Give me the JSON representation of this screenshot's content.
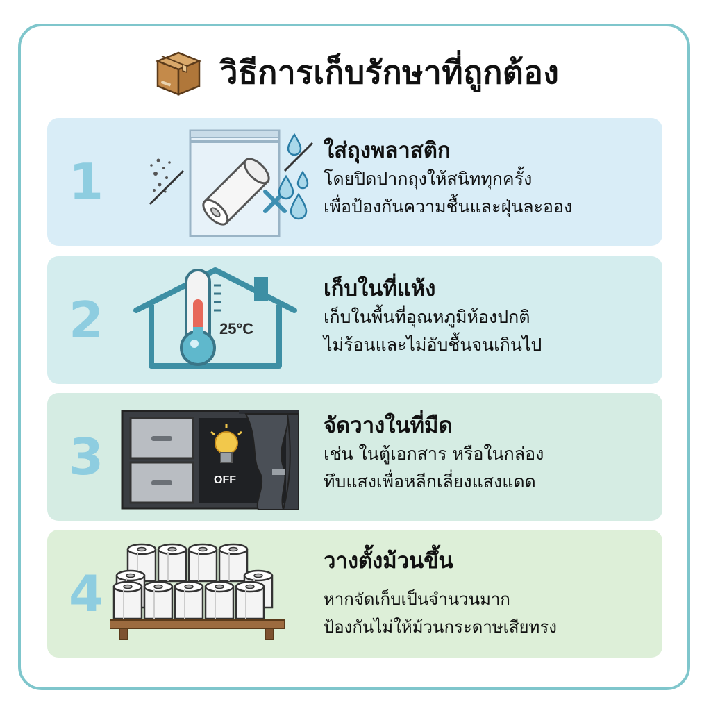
{
  "page": {
    "title": "วิธีการเก็บรักษาที่ถูกต้อง",
    "title_icon": "cardboard-box-icon"
  },
  "colors": {
    "frame_border": "#7fc6cc",
    "number": "#8ecde0",
    "card1_bg": "#d9edf7",
    "card2_bg": "#d4edee",
    "card3_bg": "#d5ece3",
    "card4_bg": "#ddefd8"
  },
  "steps": [
    {
      "number": "1",
      "title": "ใส่ถุงพลาสติก",
      "line1": "โดยปิดปากถุงให้สนิททุกครั้ง",
      "line2": "เพื่อป้องกันความชื้นและฝุ่นละออง",
      "icon": "sealed-bag-paper-roll-icon"
    },
    {
      "number": "2",
      "title": "เก็บในที่แห้ง",
      "line1": "เก็บในพื้นที่อุณหภูมิห้องปกติ",
      "line2": "ไม่ร้อนและไม่อับชื้นจนเกินไป",
      "icon": "house-thermometer-icon",
      "temperature_label": "25°C"
    },
    {
      "number": "3",
      "title": "จัดวางในที่มืด",
      "line1": "เช่น ในตู้เอกสาร หรือในกล่อง",
      "line2": "ทึบแสงเพื่อหลีกเลี่ยงแสงแดด",
      "icon": "cabinet-curtain-lightbulb-icon",
      "light_label": "OFF"
    },
    {
      "number": "4",
      "title": "วางตั้งม้วนขึ้น",
      "line1": "หากจัดเก็บเป็นจำนวนมาก",
      "line2": "ป้องกันไม่ให้ม้วนกระดาษเสียทรง",
      "icon": "stacked-rolls-shelf-icon"
    }
  ]
}
